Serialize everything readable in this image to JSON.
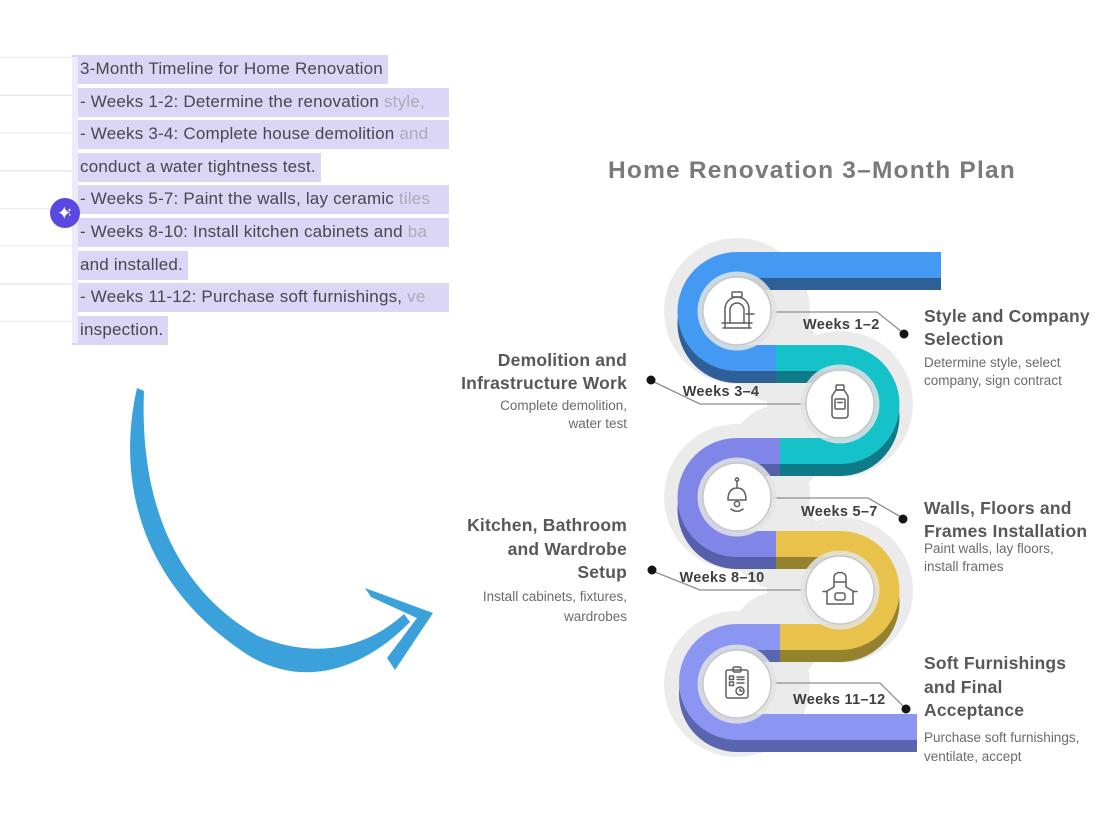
{
  "note": {
    "lines": [
      {
        "text": "3-Month Timeline for Home Renovation",
        "tail": ""
      },
      {
        "text": "- Weeks 1-2: Determine the renovation ",
        "tail": "style,"
      },
      {
        "text": "- Weeks 3-4: Complete house demolition ",
        "tail": "and"
      },
      {
        "text": "conduct a water tightness test.",
        "tail": ""
      },
      {
        "text": "- Weeks 5-7: Paint the walls, lay ceramic ",
        "tail": "tiles"
      },
      {
        "text": "- Weeks 8-10: Install kitchen cabinets and ",
        "tail": "ba"
      },
      {
        "text": "and installed.",
        "tail": ""
      },
      {
        "text": "- Weeks 11-12: Purchase soft furnishings, ",
        "tail": "ve"
      },
      {
        "text": "inspection.",
        "tail": ""
      }
    ]
  },
  "infographic": {
    "title": "Home Renovation 3–Month Plan",
    "phases": [
      {
        "weeks": "Weeks 1–2",
        "side": "right",
        "title_lines": [
          "Style and Company",
          "Selection"
        ],
        "desc_lines": [
          "Determine style, select",
          "company, sign contract"
        ],
        "color": "#4499F2",
        "shadow_color": "#2E5F96",
        "icon": "armchair-icon"
      },
      {
        "weeks": "Weeks 3–4",
        "side": "left",
        "title_lines": [
          "Demolition and",
          "Infrastructure Work"
        ],
        "desc_lines": [
          "Complete demolition,",
          "water test"
        ],
        "color": "#16C2C9",
        "shadow_color": "#0F7B88",
        "icon": "bottle-icon"
      },
      {
        "weeks": "Weeks 5–7",
        "side": "right",
        "title_lines": [
          "Walls, Floors and",
          "Frames Installation"
        ],
        "desc_lines": [
          "Paint walls, lay floors,",
          "install frames"
        ],
        "color": "#7F86E8",
        "shadow_color": "#5660AA",
        "icon": "pendant-lamp-icon"
      },
      {
        "weeks": "Weeks 8–10",
        "side": "left",
        "title_lines": [
          "Kitchen, Bathroom",
          "and Wardrobe",
          "Setup"
        ],
        "desc_lines": [
          "Install cabinets, fixtures,",
          "wardrobes"
        ],
        "color": "#E8C24B",
        "shadow_color": "#95822F",
        "icon": "apron-icon"
      },
      {
        "weeks": "Weeks 11–12",
        "side": "right",
        "title_lines": [
          "Soft Furnishings",
          "and Final",
          "Acceptance"
        ],
        "desc_lines": [
          "Purchase soft furnishings,",
          "ventilate, accept"
        ],
        "color": "#8B96F2",
        "shadow_color": "#5965AE",
        "icon": "clipboard-icon"
      }
    ]
  },
  "colors": {
    "highlight": "#dbd6f6",
    "arrow": "#3BA1DB",
    "ai_badge": "#5948E1",
    "title_text": "#7a7a7c",
    "heading_text": "#58585a",
    "description_text": "#6b6b6b",
    "week_label_text": "#3f3f41",
    "connector": "#8d8d8d"
  }
}
